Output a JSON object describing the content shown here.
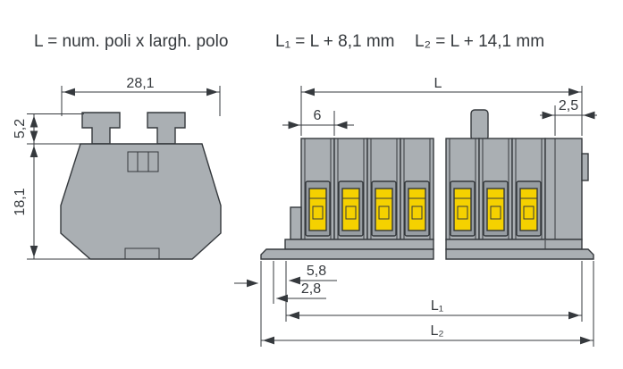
{
  "header": {
    "formula_l": "L = num. poli x largh. polo",
    "formula_l1": "L₁ = L + 8,1 mm",
    "formula_l2": "L₂ = L + 14,1 mm"
  },
  "left_view": {
    "dim_width_top": "28,1",
    "dim_height_upper": "5,2",
    "dim_height_body": "18,1"
  },
  "right_view": {
    "dim_total_length": "L",
    "dim_pole_pitch": "6",
    "dim_end_plate": "2,5",
    "dim_foot_a": "5,8",
    "dim_foot_b": "2,8",
    "dim_l1": "L₁",
    "dim_l2": "L₂",
    "poles_left_group": 4,
    "poles_right_group": 3
  },
  "colors": {
    "background": "#ffffff",
    "body_gray": "#aaafb3",
    "recess_gray": "#979da2",
    "lever_yellow": "#f5d100",
    "outline": "#35393d"
  }
}
